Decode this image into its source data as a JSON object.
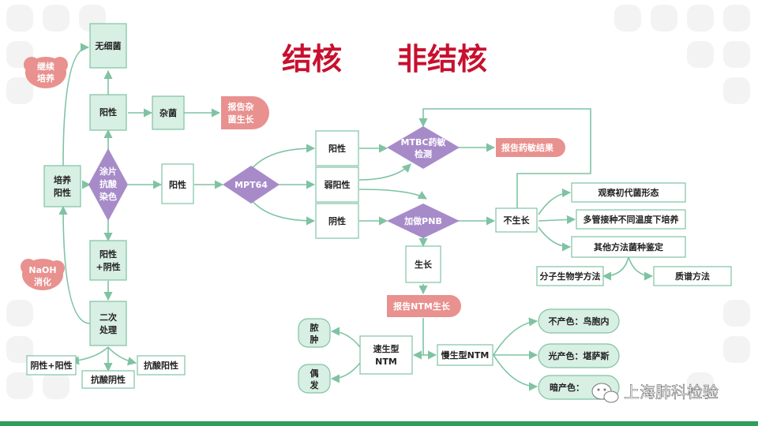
{
  "title": {
    "left": "结核",
    "right": "非结核"
  },
  "nodes": {
    "no_bacteria": "无细菌",
    "continue_culture": [
      "继续",
      "培养"
    ],
    "positive_top": "阳性",
    "mixed_bacteria": "杂菌",
    "report_mixed": [
      "报告杂",
      "菌生长"
    ],
    "culture_positive": [
      "培养",
      "阳性"
    ],
    "smear_stain": [
      "涂片",
      "抗酸",
      "染色"
    ],
    "positive_mid": "阳性",
    "mpt64": "MPT64",
    "mpt_positive": "阳性",
    "mpt_weak": "弱阳性",
    "mpt_negative": "阴性",
    "mtbc_test": [
      "MTBC药敏",
      "检测"
    ],
    "report_dst": "报告药敏结果",
    "add_pnb": "加做PNB",
    "no_growth": "不生长",
    "observe_morph": "观察初代菌形态",
    "multi_temp": "多管接种不同温度下培养",
    "other_methods": "其他方法菌种鉴定",
    "molecular": "分子生物学方法",
    "mass_spec": "质谱方法",
    "growth": "生长",
    "report_ntm": "报告NTM生长",
    "fast_ntm": [
      "速生型",
      "NTM"
    ],
    "slow_ntm": "慢生型NTM",
    "abscess": [
      "脓",
      "肿"
    ],
    "sporadic": [
      "偶",
      "发"
    ],
    "non_chromo": "不产色：鸟胞内",
    "photo_chromo": "光产色：堪萨斯",
    "scoto_chromo": "暗产色：",
    "pos_neg": [
      "阳性",
      "+阴性"
    ],
    "second_treat": [
      "二次",
      "处理"
    ],
    "naoh": [
      "NaOH",
      "消化"
    ],
    "neg_pos": "阴性+阳性",
    "acid_neg": "抗酸阴性",
    "acid_pos": "抗酸阳性"
  },
  "watermark": "上海肺科检验",
  "colors": {
    "box_fill": "#d8efe3",
    "box_stroke": "#7fc3a3",
    "diamond": "#a78bc9",
    "report": "#e8918f",
    "white_box": "#ffffff",
    "title": "#c8102e"
  }
}
